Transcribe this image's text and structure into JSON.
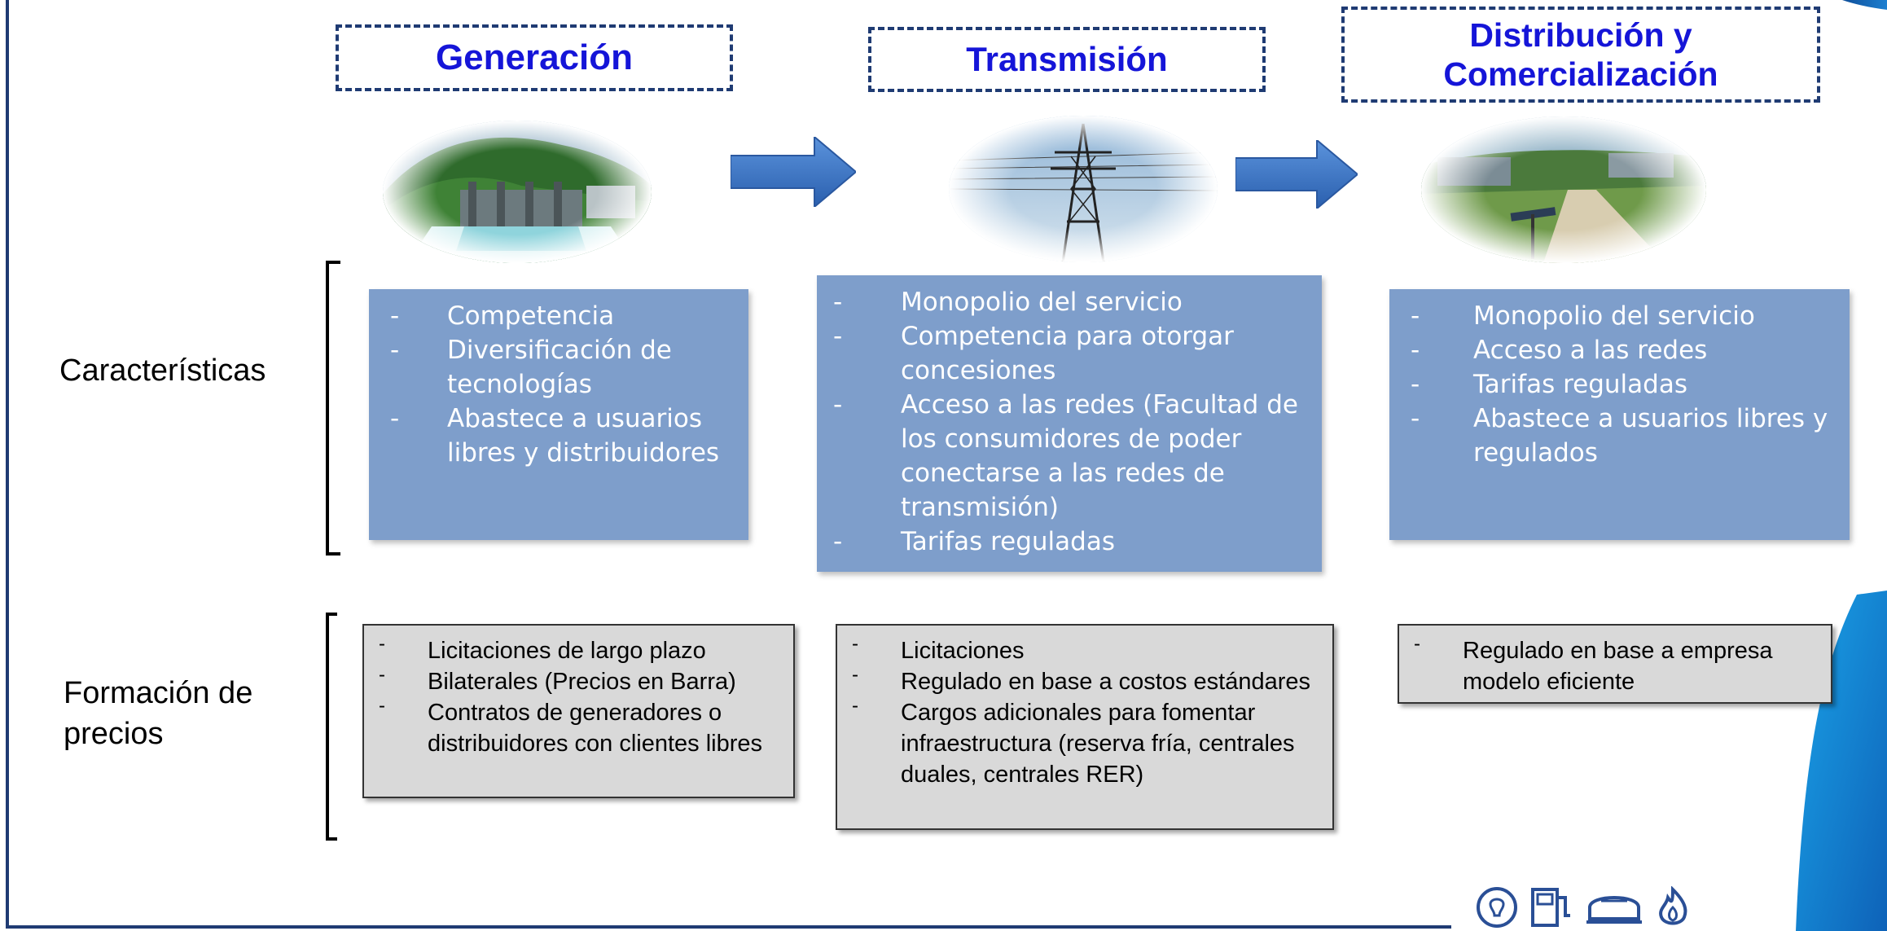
{
  "stages": [
    {
      "title_line1": "Generación",
      "title_line2": ""
    },
    {
      "title_line1": "Transmisión",
      "title_line2": ""
    },
    {
      "title_line1": "Distribución y",
      "title_line2": "Comercialización"
    }
  ],
  "rows": {
    "characteristics_label": "Características",
    "pricing_label_line1": "Formación de",
    "pricing_label_line2": "precios"
  },
  "characteristics": [
    {
      "items": [
        "Competencia",
        "Diversificación de tecnologías",
        "Abastece a usuarios libres y distribuidores"
      ]
    },
    {
      "items": [
        "Monopolio del servicio",
        "Competencia para otorgar concesiones",
        "Acceso a las redes (Facultad de los consumidores de poder conectarse a las redes de transmisión)",
        "Tarifas reguladas"
      ]
    },
    {
      "items": [
        "Monopolio del servicio",
        "Acceso a las redes",
        "Tarifas reguladas",
        "Abastece a usuarios libres y regulados"
      ]
    }
  ],
  "pricing": [
    {
      "items": [
        "Licitaciones de largo plazo",
        "Bilaterales (Precios en Barra)",
        "Contratos de generadores o distribuidores con clientes libres"
      ]
    },
    {
      "items": [
        "Licitaciones",
        "Regulado en base a costos estándares",
        "Cargos adicionales para fomentar infraestructura (reserva fría, centrales duales, centrales RER)"
      ]
    },
    {
      "items": [
        "Regulado en base a empresa modelo  eficiente"
      ]
    }
  ],
  "bullet_char": "-",
  "icons": [
    "lightbulb-icon",
    "fuel-pump-icon",
    "gas-tank-icon",
    "flame-icon"
  ],
  "colors": {
    "title_text": "#1515d8",
    "frame": "#1f3b73",
    "blue_box": "#7e9ecb",
    "gray_box": "#d9d9d9",
    "arrow": "#3a72c4",
    "accent_right": "#1a8fd8"
  }
}
